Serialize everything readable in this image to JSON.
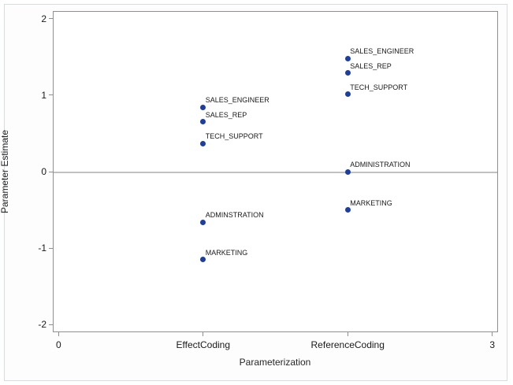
{
  "colors": {
    "marker": "#1c3f9f",
    "frame_gray": "#8f8f8f",
    "reference_line_gray": "#c0c0c0",
    "outer_border": "#d6dbe4",
    "text": "#1a1a1a"
  },
  "chart_data": {
    "type": "scatter",
    "title": "",
    "xlabel": "Parameterization",
    "ylabel": "Parameter Estimate",
    "xlim": [
      0,
      3
    ],
    "ylim": [
      -2,
      2
    ],
    "grid": false,
    "reference_line_y": 0,
    "x_ticks": [
      {
        "value": 0,
        "label": "0"
      },
      {
        "value": 1,
        "label": "EffectCoding"
      },
      {
        "value": 2,
        "label": "ReferenceCoding"
      },
      {
        "value": 3,
        "label": "3"
      }
    ],
    "y_ticks": [
      {
        "value": 2,
        "label": "2"
      },
      {
        "value": 1,
        "label": "1"
      },
      {
        "value": 0,
        "label": "0"
      },
      {
        "value": -1,
        "label": "-1"
      },
      {
        "value": -2,
        "label": "-2"
      }
    ],
    "points": [
      {
        "x": 1,
        "y": 0.84,
        "label": "SALES_ENGINEER"
      },
      {
        "x": 1,
        "y": 0.65,
        "label": "SALES_REP"
      },
      {
        "x": 1,
        "y": 0.37,
        "label": "TECH_SUPPORT"
      },
      {
        "x": 1,
        "y": -0.66,
        "label": "ADMINSTRATION"
      },
      {
        "x": 1,
        "y": -1.15,
        "label": "MARKETING"
      },
      {
        "x": 2,
        "y": 1.48,
        "label": "SALES_ENGINEER"
      },
      {
        "x": 2,
        "y": 1.29,
        "label": "SALES_REP"
      },
      {
        "x": 2,
        "y": 1.01,
        "label": "TECH_SUPPORT"
      },
      {
        "x": 2,
        "y": 0.0,
        "label": "ADMINISTRATION"
      },
      {
        "x": 2,
        "y": -0.5,
        "label": "MARKETING"
      }
    ]
  }
}
